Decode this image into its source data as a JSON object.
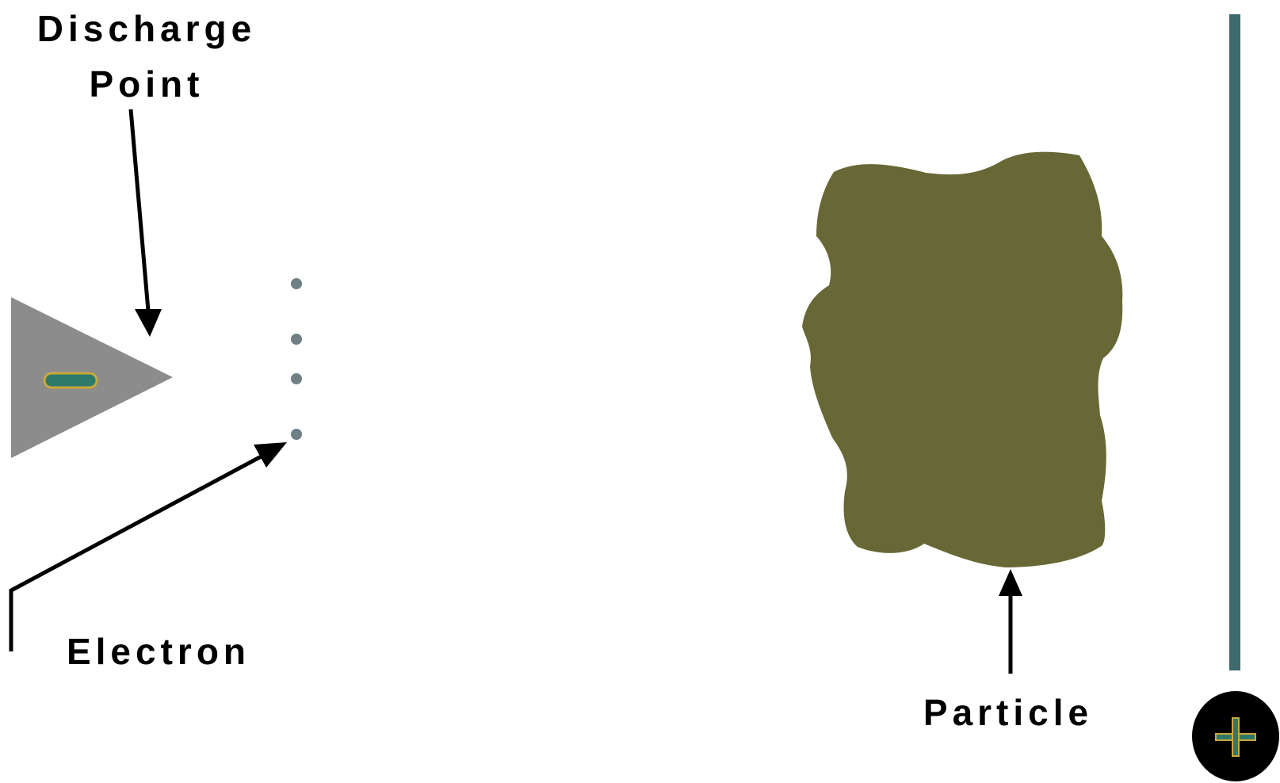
{
  "labels": {
    "discharge_line1": "Discharge",
    "discharge_line2": "Point",
    "electron": "Electron",
    "particle": "Particle"
  },
  "symbols": {
    "discharge_charge": "−",
    "plate_charge": "+"
  },
  "colors": {
    "background": "#ffffff",
    "discharge_point_fill": "#8c8c8c",
    "electron_fill": "#6f7f86",
    "particle_fill": "#676835",
    "collector_plate": "#3e6a6e",
    "plate_badge_fill": "#000000",
    "charge_symbol_fill": "#2e7a6a",
    "charge_symbol_stroke": "#c8a838",
    "arrow": "#000000"
  },
  "icons": {
    "discharge_point": "triangle",
    "electron": "dot",
    "particle": "irregular-blob",
    "collector_plate": "vertical-bar",
    "plate_badge": "plus-circle"
  }
}
